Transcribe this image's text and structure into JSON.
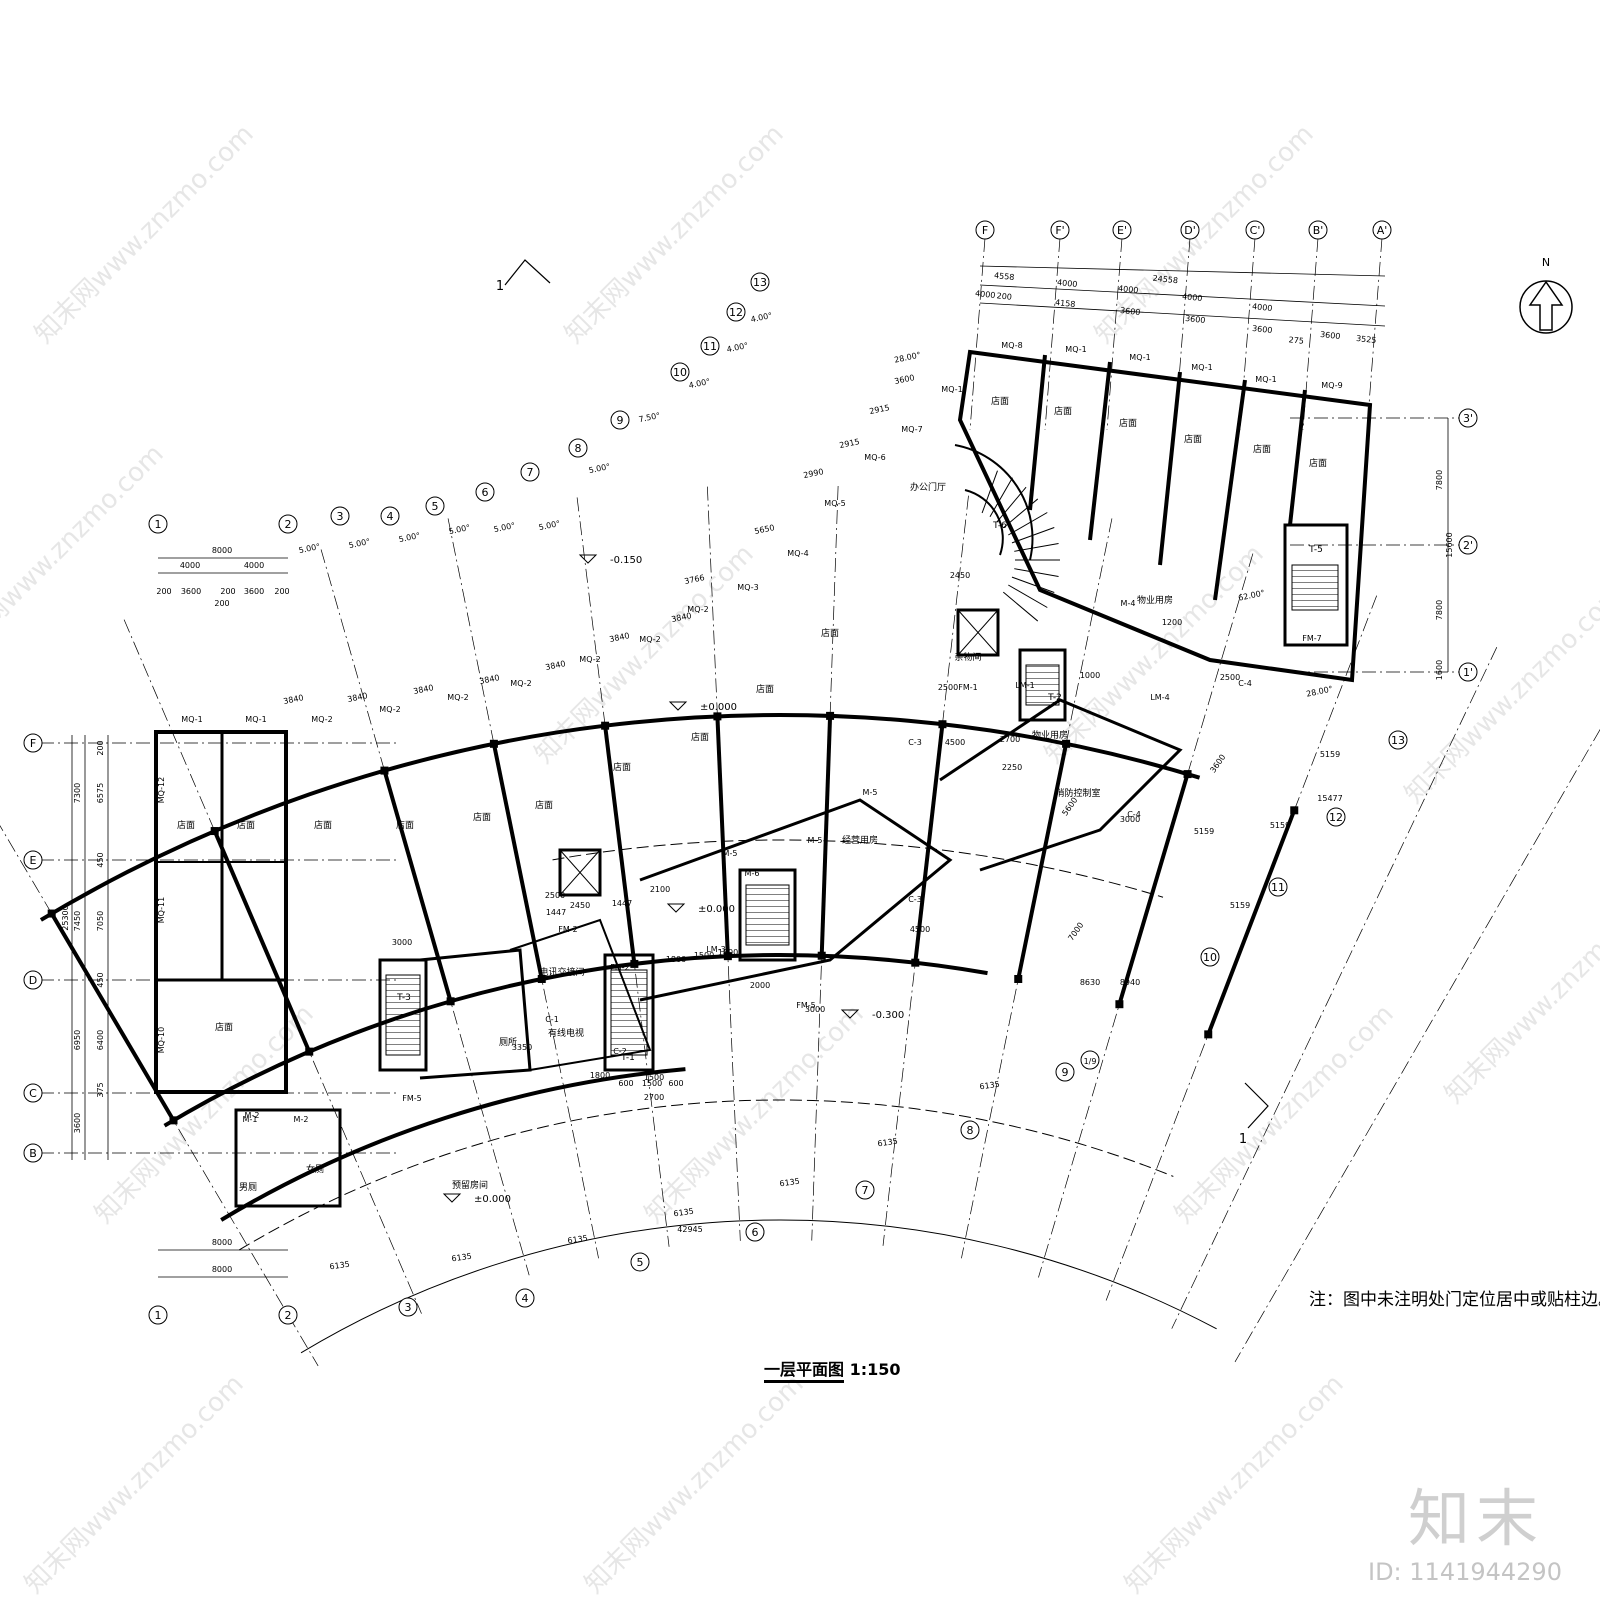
{
  "drawing": {
    "note": "注：图中未注明处门定位居中或贴柱边。",
    "title": "一层平面图",
    "scale": "1:150",
    "watermark_brand": "知末",
    "watermark_id": "ID: 1141944290",
    "watermark_url": "知末网www.znzmo.com",
    "north": "N",
    "section_mark": "1"
  },
  "axes": {
    "radial_main": [
      "1",
      "2",
      "3",
      "4",
      "5",
      "6",
      "7",
      "8",
      "9",
      "10",
      "11",
      "12",
      "13"
    ],
    "radial_extra": "1/9",
    "left_rows": [
      "F",
      "E",
      "D",
      "C",
      "B"
    ],
    "top_cols": [
      "F'",
      "E'",
      "D'",
      "C'",
      "B'",
      "A'"
    ],
    "right_rows": [
      "3'",
      "2'",
      "1'"
    ]
  },
  "rooms": {
    "shop": "店面",
    "office_hall": "办公门厅",
    "property_room": "物业用房",
    "mgmt_room": "经营用房",
    "fire_control": "消防控制室",
    "storage": "杂物间",
    "electric": "电讯交接间",
    "cable_tv": "有线电视",
    "reserved": "预留房间",
    "toilet": "厕所",
    "male": "男厕",
    "female": "女厕"
  },
  "levels": [
    "-0.150",
    "±0.000",
    "±0.000",
    "-0.300",
    "±0.000"
  ],
  "angles": [
    "5.00°",
    "5.00°",
    "5.00°",
    "5.00°",
    "5.00°",
    "5.00°",
    "5.00°",
    "7.50°",
    "4.00°",
    "4.00°",
    "4.00°",
    "28.00°",
    "62.00°",
    "28.00°"
  ],
  "dims": {
    "left_top": [
      "8000",
      "4000",
      "4000",
      "200",
      "3600",
      "200",
      "3600",
      "200",
      "200"
    ],
    "left_vertical": [
      "25300",
      "7300",
      "6575",
      "7450",
      "7050",
      "6950",
      "6400",
      "3600",
      "200",
      "450",
      "450",
      "375"
    ],
    "bottom": [
      "8000",
      "8000",
      "6135",
      "6135",
      "6135",
      "6135",
      "6135",
      "6135",
      "6135",
      "42945",
      "8630",
      "8940",
      "5159",
      "5159",
      "5159",
      "5159",
      "15477"
    ],
    "top_right": [
      "24558",
      "4558",
      "4000",
      "4000",
      "4000",
      "4000",
      "4000",
      "200",
      "4158",
      "3600",
      "3600",
      "3600",
      "3600",
      "3525",
      "275"
    ],
    "right_vertical": [
      "7800",
      "15600",
      "7800",
      "1600"
    ],
    "front": [
      "3840",
      "3840",
      "3840",
      "3840",
      "3840",
      "3840",
      "3840",
      "3766",
      "5650",
      "2990",
      "2915",
      "2915",
      "3600"
    ],
    "inner": [
      "3000",
      "2500",
      "2450",
      "1447",
      "1447",
      "2100",
      "1800",
      "1500",
      "1800",
      "2000",
      "3000",
      "4500",
      "4500",
      "2250",
      "2700",
      "2450",
      "2500",
      "1800",
      "1500",
      "3350",
      "2700",
      "600",
      "1500",
      "600",
      "7000",
      "5600",
      "3600",
      "3000",
      "2500",
      "1200",
      "1000"
    ]
  },
  "doors": [
    "MQ-1",
    "MQ-1",
    "MQ-2",
    "MQ-2",
    "MQ-2",
    "MQ-2",
    "MQ-2",
    "MQ-2",
    "MQ-2",
    "MQ-3",
    "MQ-4",
    "MQ-5",
    "MQ-6",
    "MQ-7",
    "MQ-1",
    "MQ-8",
    "MQ-1",
    "MQ-1",
    "MQ-1",
    "MQ-1",
    "MQ-9",
    "MQ-10",
    "MQ-11",
    "MQ-12",
    "M-1",
    "M-2",
    "M-2",
    "M-5",
    "M-5",
    "M-5",
    "M-6",
    "M-4",
    "FM-1",
    "FM-2",
    "FM-2",
    "FM-5",
    "FM-5",
    "FM-7",
    "LM-1",
    "LM-3",
    "LM-4",
    "C-1",
    "C-2",
    "C-3",
    "C-3",
    "C-4",
    "C-4"
  ],
  "stairs": [
    "T-1",
    "T-2",
    "T-3",
    "T-5",
    "T-6"
  ]
}
